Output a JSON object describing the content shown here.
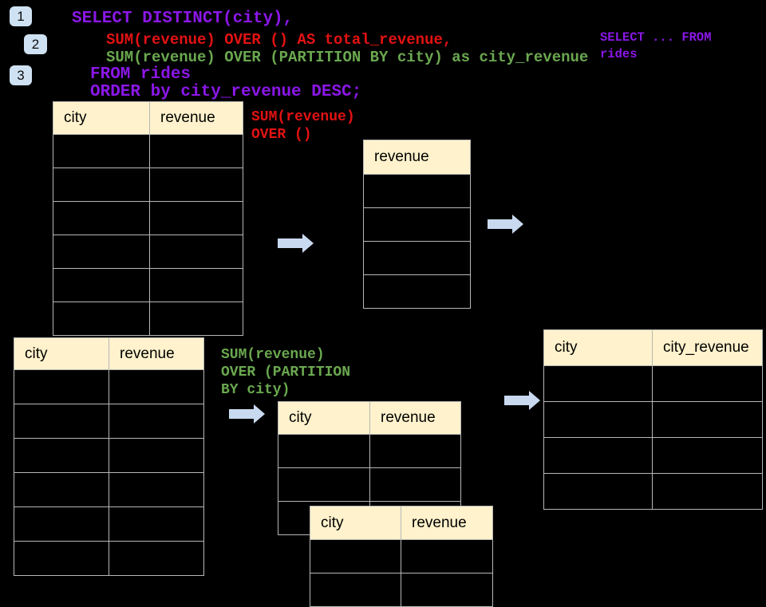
{
  "colors": {
    "background": "#000000",
    "code_purple": "#8B17E8",
    "code_red": "#E31212",
    "code_green": "#6AA84F",
    "table_header_fill": "#FFF2CC",
    "table_border": "#B7B7B7",
    "badge_fill": "#CFE2F3",
    "arrow_fill": "#C9DAF0"
  },
  "badges": [
    {
      "label": "1"
    },
    {
      "label": "2"
    },
    {
      "label": "3"
    }
  ],
  "code": {
    "lines": [
      {
        "text": "SELECT DISTINCT(city),"
      },
      {
        "text": "SUM(revenue) OVER () AS total_revenue,"
      },
      {
        "text": "SUM(revenue) OVER (PARTITION BY city) as city_revenue"
      },
      {
        "text": "FROM rides"
      },
      {
        "text": "ORDER by city_revenue DESC;"
      }
    ]
  },
  "side_note": {
    "text": "SELECT ... FROM\nrides"
  },
  "labels": {
    "total_revenue": {
      "text": "SUM(revenue)\nOVER ()"
    },
    "partition": {
      "text": "SUM(revenue)\nOVER (PARTITION\nBY city)"
    }
  },
  "tables": {
    "source_top": {
      "columns": [
        "city",
        "revenue"
      ],
      "empty_rows": 6
    },
    "total_result": {
      "columns": [
        "revenue"
      ],
      "empty_rows": 4
    },
    "source_bottom": {
      "columns": [
        "city",
        "revenue"
      ],
      "empty_rows": 6
    },
    "partition_mid": {
      "columns": [
        "city",
        "revenue"
      ],
      "empty_rows": 3
    },
    "partition_overlay": {
      "columns": [
        "city",
        "revenue"
      ],
      "empty_rows": 2
    },
    "city_revenue_result": {
      "columns": [
        "city",
        "city_revenue"
      ],
      "empty_rows": 4
    }
  }
}
